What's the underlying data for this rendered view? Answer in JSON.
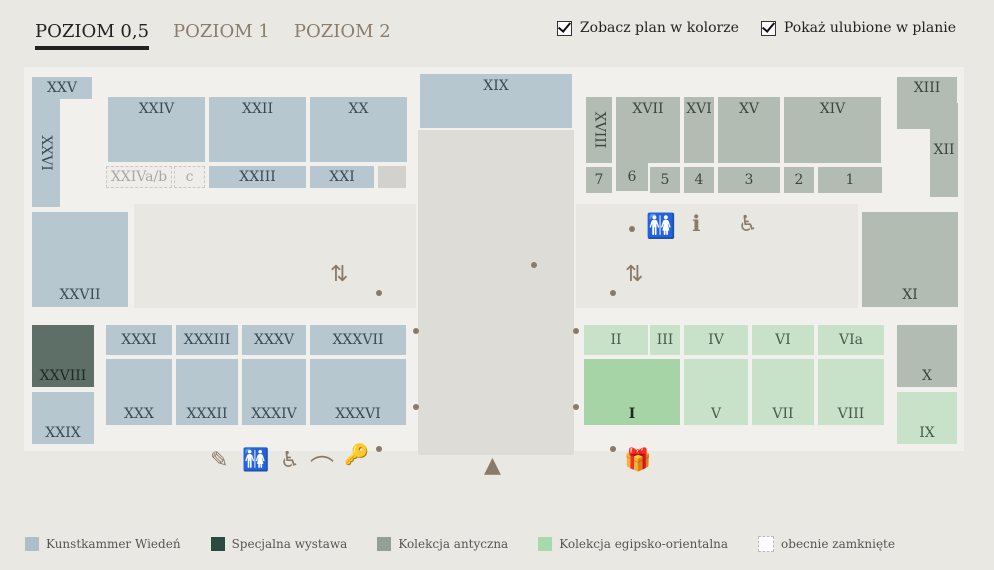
{
  "tabs": [
    {
      "label": "POZIOM 0,5",
      "active": true
    },
    {
      "label": "POZIOM 1",
      "active": false
    },
    {
      "label": "POZIOM 2",
      "active": false
    }
  ],
  "options": {
    "color_label": "Zobacz plan w kolorze",
    "favorites_label": "Pokaż ulubione w planie"
  },
  "rooms": {
    "xxv": "XXV",
    "xxiv": "XXIV",
    "xxii": "XXII",
    "xx": "XX",
    "xix": "XIX",
    "xviii": "XVIII",
    "xvii": "XVII",
    "xvi": "XVI",
    "xv": "XV",
    "xiv": "XIV",
    "xiii": "XIII",
    "xii": "XII",
    "xxvi": "XXVI",
    "xxiva": "XXIVa/b",
    "c": "c",
    "xxiii": "XXIII",
    "xxi": "XXI",
    "r7": "7",
    "r6": "6",
    "r5": "5",
    "r4": "4",
    "r3": "3",
    "r2": "2",
    "r1": "1",
    "xxvii": "XXVII",
    "xi": "XI",
    "xxviii": "XXVIII",
    "xxix": "XXIX",
    "xxxi": "XXXI",
    "xxxiii": "XXXIII",
    "xxxv": "XXXV",
    "xxxvii": "XXXVII",
    "xxx": "XXX",
    "xxxii": "XXXII",
    "xxxiv": "XXXIV",
    "xxxvi": "XXXVI",
    "ii": "II",
    "iii": "III",
    "iv": "IV",
    "vi": "VI",
    "via": "VIa",
    "i": "I",
    "v": "V",
    "vii": "VII",
    "viii": "VIII",
    "x": "X",
    "ix": "IX"
  },
  "legend": [
    {
      "label": "Kunstkammer Wiedeń",
      "color": "#a9bfcb"
    },
    {
      "label": "Specjalna wystawa",
      "color": "#2b4a41"
    },
    {
      "label": "Kolekcja antyczna",
      "color": "#8fa295"
    },
    {
      "label": "Kolekcja egipsko-orientalna",
      "color": "#a9d9aa"
    },
    {
      "label": "obecnie zamknięte",
      "color": "#ffffff"
    }
  ],
  "icons": [
    "elevator-icon",
    "restroom-icon",
    "info-icon",
    "wheelchair-icon",
    "pencil-icon",
    "wardrobe-icon",
    "locker-icon",
    "gift-icon",
    "entrance-icon"
  ]
}
